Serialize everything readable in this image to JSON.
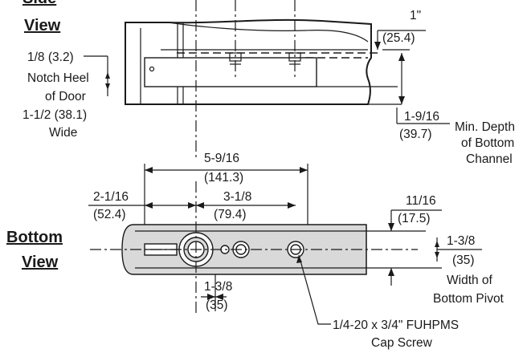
{
  "side_view": {
    "heading_line1": "Side",
    "heading_line2": "View",
    "notch_label": [
      "1/8 (3.2)",
      "Notch Heel",
      "of Door",
      "1-1/2 (38.1)",
      "Wide"
    ],
    "dim_1in": [
      "1\"",
      "(25.4)"
    ],
    "dim_min_depth": [
      "1-9/16",
      "(39.7)"
    ],
    "min_depth_label": [
      "Min. Depth",
      "of Bottom",
      "Channel"
    ]
  },
  "bottom_view": {
    "heading_line1": "Bottom",
    "heading_line2": "View",
    "dim_overall": [
      "5-9/16",
      "(141.3)"
    ],
    "dim_left": [
      "2-1/16",
      "(52.4)"
    ],
    "dim_center": [
      "3-1/8",
      "(79.4)"
    ],
    "dim_offset": [
      "11/16",
      "(17.5)"
    ],
    "dim_width": [
      "1-3/8",
      "(35)"
    ],
    "width_label": [
      "Width of",
      "Bottom Pivot"
    ],
    "dim_small": [
      "1-3/8",
      "(35)"
    ],
    "screw_label": [
      "1/4-20 x 3/4\" FUHPMS",
      "Cap Screw"
    ]
  }
}
